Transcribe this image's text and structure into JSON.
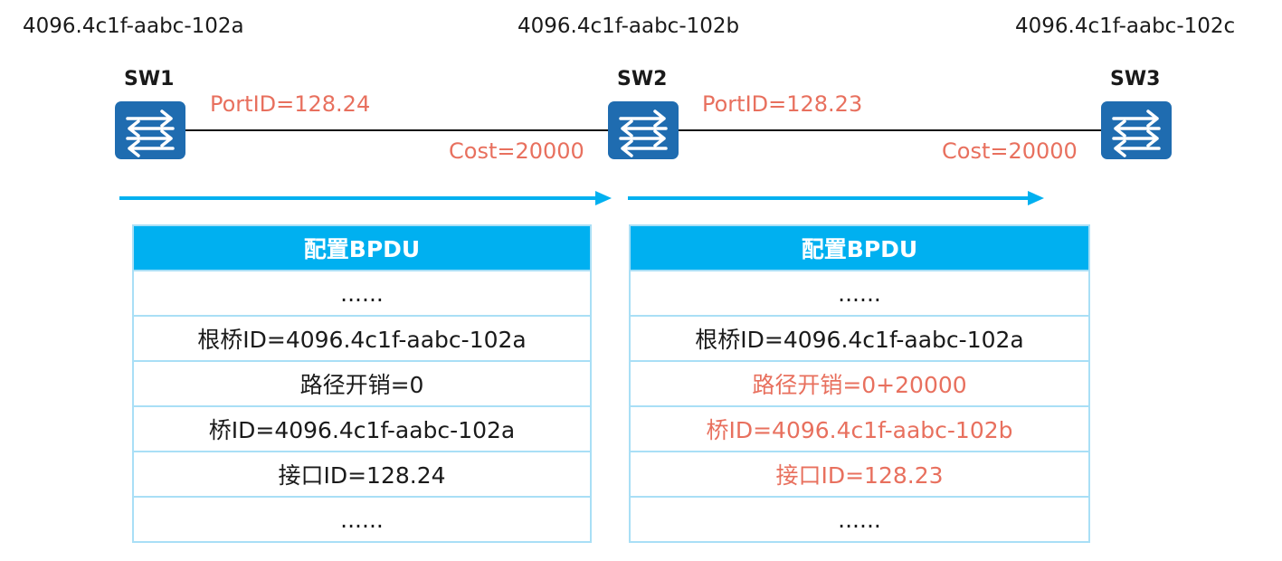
{
  "switches": [
    {
      "name": "SW1",
      "bridge_id": "4096.4c1f-aabc-102a"
    },
    {
      "name": "SW2",
      "bridge_id": "4096.4c1f-aabc-102b"
    },
    {
      "name": "SW3",
      "bridge_id": "4096.4c1f-aabc-102c"
    }
  ],
  "links": [
    {
      "port_id": "PortID=128.24",
      "cost": "Cost=20000"
    },
    {
      "port_id": "PortID=128.23",
      "cost": "Cost=20000"
    }
  ],
  "colors": {
    "switch_icon": "#1f6cb0",
    "highlight_text": "#e8705e",
    "arrow": "#00b0f0",
    "table_header": "#00b0f0",
    "table_border": "#a9dff6"
  },
  "tables": [
    {
      "header": "配置BPDU",
      "rows": [
        "......",
        "根桥ID=4096.4c1f-aabc-102a",
        "路径开销=0",
        "桥ID=4096.4c1f-aabc-102a",
        "接口ID=128.24",
        "......"
      ]
    },
    {
      "header": "配置BPDU",
      "rows": [
        "......",
        "根桥ID=4096.4c1f-aabc-102a",
        "路径开销=0+20000",
        "桥ID=4096.4c1f-aabc-102b",
        "接口ID=128.23",
        "......"
      ],
      "changed_rows": [
        2,
        3,
        4
      ]
    }
  ]
}
